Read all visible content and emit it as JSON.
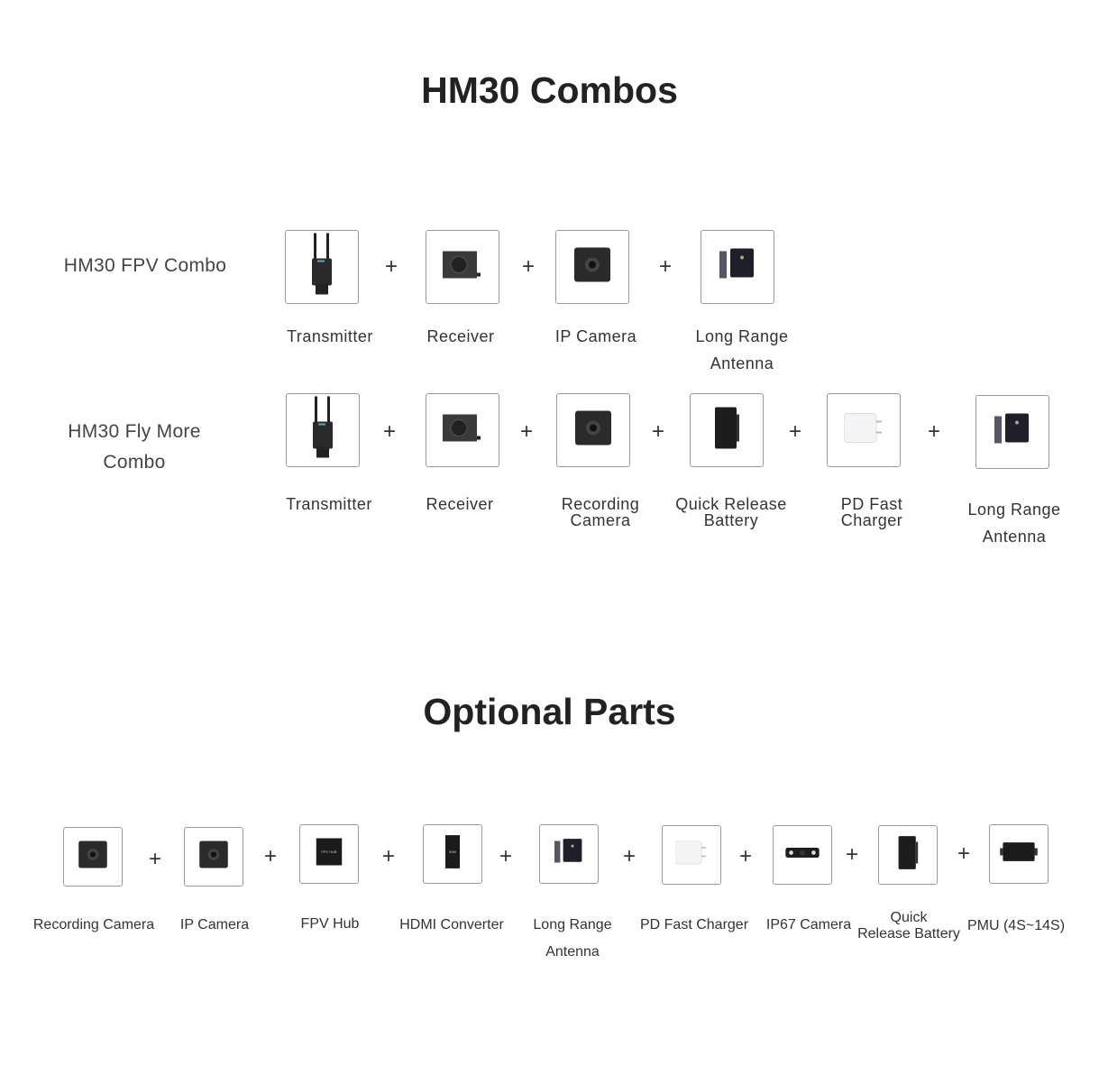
{
  "combos_title": "HM30 Combos",
  "optional_title": "Optional Parts",
  "fpv_combo": {
    "label": "HM30 FPV Combo",
    "items": [
      {
        "label": [
          "Transmitter"
        ],
        "icon": "transmitter-icon"
      },
      {
        "label": [
          "Receiver"
        ],
        "icon": "receiver-icon"
      },
      {
        "label": [
          "IP Camera"
        ],
        "icon": "camera-icon"
      },
      {
        "label": [
          "Long Range",
          "Antenna"
        ],
        "icon": "antenna-icon"
      }
    ]
  },
  "fly_more_combo": {
    "label": [
      "HM30 Fly More",
      "Combo"
    ],
    "items": [
      {
        "label": [
          "Transmitter"
        ],
        "icon": "transmitter-icon"
      },
      {
        "label": [
          "Receiver"
        ],
        "icon": "receiver-icon"
      },
      {
        "label": [
          "Recording",
          "Camera"
        ],
        "icon": "camera-icon"
      },
      {
        "label": [
          "Quick Release",
          "Battery"
        ],
        "icon": "battery-icon"
      },
      {
        "label": [
          "PD Fast",
          "Charger"
        ],
        "icon": "charger-icon"
      },
      {
        "label": [
          "Long Range",
          "Antenna"
        ],
        "icon": "antenna-icon"
      }
    ]
  },
  "optional_parts": {
    "items": [
      {
        "label": [
          "Recording Camera"
        ],
        "icon": "camera-icon"
      },
      {
        "label": [
          "IP Camera"
        ],
        "icon": "camera-icon"
      },
      {
        "label": [
          "FPV Hub"
        ],
        "icon": "fpv-hub-icon"
      },
      {
        "label": [
          "HDMI Converter"
        ],
        "icon": "hdmi-converter-icon"
      },
      {
        "label": [
          "Long Range",
          "Antenna"
        ],
        "icon": "antenna-icon"
      },
      {
        "label": [
          "PD Fast Charger"
        ],
        "icon": "charger-icon"
      },
      {
        "label": [
          "IP67 Camera"
        ],
        "icon": "ip67-camera-icon"
      },
      {
        "label": [
          "Quick",
          "Release Battery"
        ],
        "icon": "battery-icon"
      },
      {
        "label": [
          "PMU (4S~14S)"
        ],
        "icon": "pmu-icon"
      }
    ]
  },
  "plus_symbol": "+"
}
